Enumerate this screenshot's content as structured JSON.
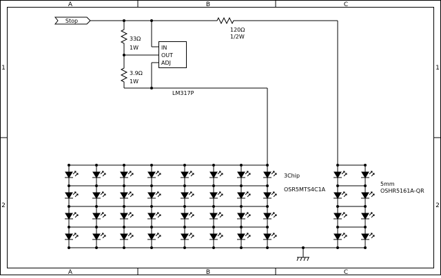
{
  "frame": {
    "col_labels_top": [
      "A",
      "B",
      "C"
    ],
    "col_labels_bottom": [
      "A",
      "B",
      "C"
    ],
    "row_labels_left": [
      "1",
      "2"
    ],
    "row_labels_right": [
      "1",
      "2"
    ]
  },
  "net_label": "Stop",
  "components": {
    "r1": {
      "value": "33Ω",
      "power": "1W"
    },
    "r2": {
      "value": "3.9Ω",
      "power": "1W"
    },
    "r3": {
      "value": "120Ω",
      "power": "1/2W"
    },
    "regulator": {
      "pin_in": "IN",
      "pin_out": "OUT",
      "pin_adj": "ADJ",
      "part": "LM317P"
    },
    "led_group_1": {
      "line1": "3Chip",
      "line2": "OSR5MTS4C1A",
      "columns": 8,
      "rows": 4
    },
    "led_group_2": {
      "line1": "5mm",
      "line2": "OSHR5161A-QR",
      "columns": 2,
      "rows": 4
    }
  }
}
